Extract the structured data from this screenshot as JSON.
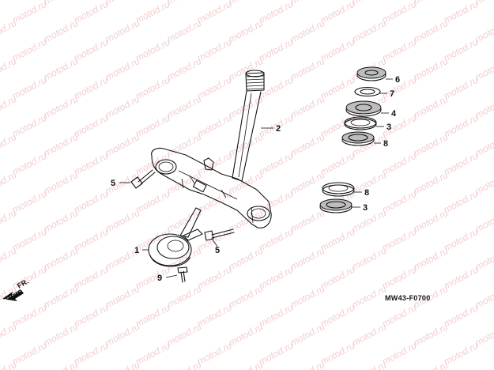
{
  "watermark": "motod.ru",
  "diagram_code": "MW43-F0700",
  "front_marker": "FR.",
  "callouts": {
    "c1": "1",
    "c2": "2",
    "c3a": "3",
    "c3b": "3",
    "c4": "4",
    "c5a": "5",
    "c5b": "5",
    "c6": "6",
    "c7": "7",
    "c8a": "8",
    "c8b": "8",
    "c9": "9"
  }
}
